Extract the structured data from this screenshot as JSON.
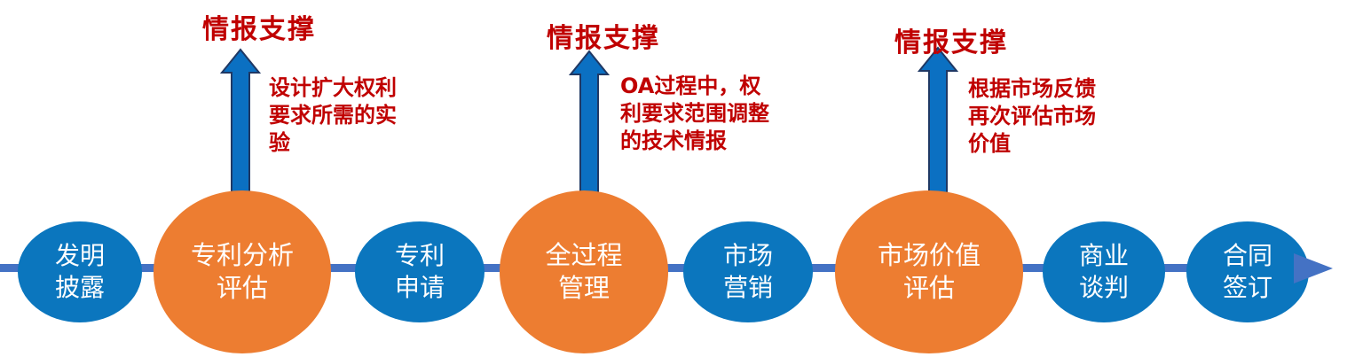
{
  "colors": {
    "background": "#FFFFFF",
    "blue_node": "#0B76BE",
    "orange_node": "#ED7D31",
    "connector_line": "#4472C4",
    "connector_arrowhead": "#4472C4",
    "up_arrow_fill": "#0B70C2",
    "up_arrow_stroke": "#1F3864",
    "annotation_red": "#C00000",
    "node_text": "#FFFFFF"
  },
  "flow": {
    "nodes": [
      {
        "label": "发明\n披露",
        "type": "blue"
      },
      {
        "label": "专利分析\n评估",
        "type": "orange"
      },
      {
        "label": "专利\n申请",
        "type": "blue"
      },
      {
        "label": "全过程\n管理",
        "type": "orange"
      },
      {
        "label": "市场\n营销",
        "type": "blue"
      },
      {
        "label": "市场价值\n评估",
        "type": "orange"
      },
      {
        "label": "商业\n谈判",
        "type": "blue"
      },
      {
        "label": "合同\n签订",
        "type": "blue"
      }
    ]
  },
  "annotations": [
    {
      "header": "情报支撑",
      "text": "设计扩大权利\n要求所需的实\n验"
    },
    {
      "header": "情报支撑",
      "text": "OA过程中，权\n利要求范围调整\n的技术情报"
    },
    {
      "header": "情报支撑",
      "text": "根据市场反馈\n再次评估市场\n价值"
    }
  ]
}
